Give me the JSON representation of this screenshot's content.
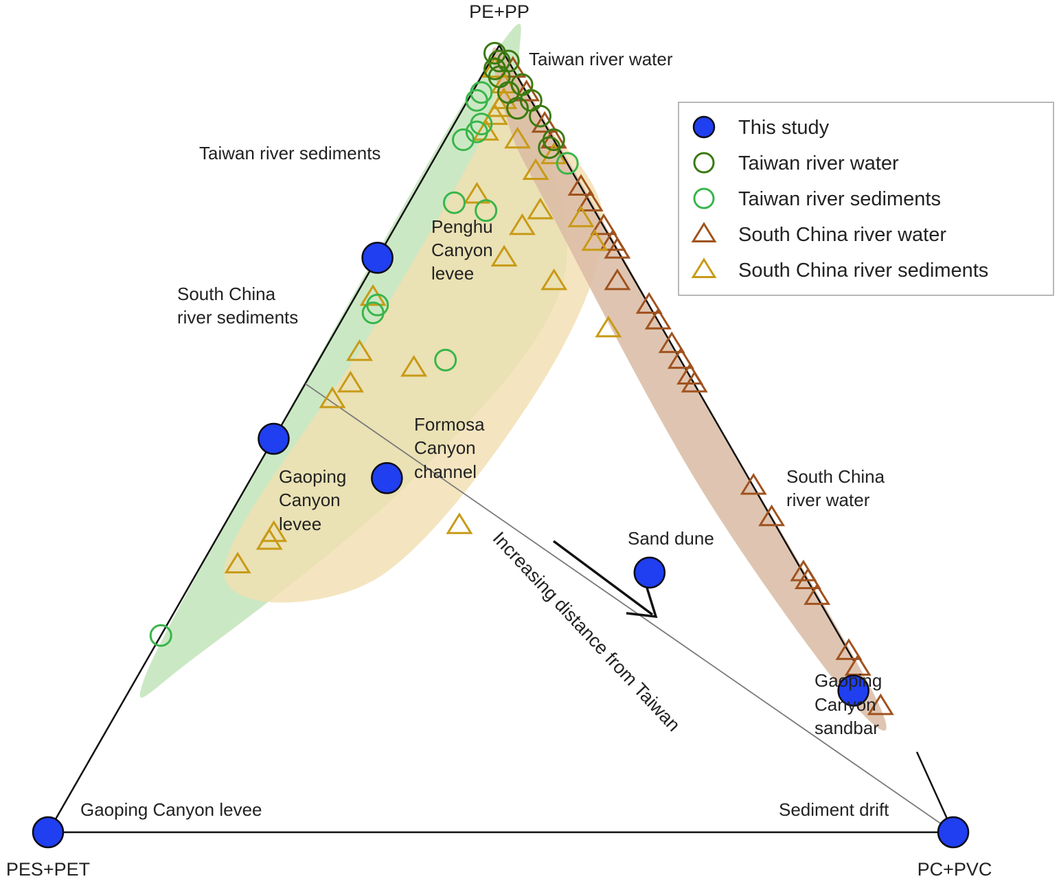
{
  "chart_data": {
    "type": "scatter",
    "subtype": "ternary",
    "vertices": {
      "top": "PE+PP",
      "bottom_left": "PES+PET",
      "bottom_right": "PC+PVC"
    },
    "legend": {
      "placement": "top-right",
      "entries": [
        {
          "key": "this_study",
          "label": "This study"
        },
        {
          "key": "tw_water",
          "label": "Taiwan river water"
        },
        {
          "key": "tw_sed",
          "label": "Taiwan river sediments"
        },
        {
          "key": "sc_water",
          "label": "South China river water"
        },
        {
          "key": "sc_sed",
          "label": "South China river sediments"
        }
      ]
    },
    "colors": {
      "this_study": "#1f3ff0",
      "this_study_text": "#2b2bd6",
      "tw_water": "#3a7a10",
      "tw_sed": "#39b54a",
      "sc_water": "#a0521e",
      "sc_sed": "#c89a16",
      "tw_sed_band": "#b9e0b0",
      "sc_sed_band": "#f1dfb0",
      "sc_water_band": "#d9bba3"
    },
    "annotations": {
      "taiwan_river_water": "Taiwan river water",
      "taiwan_river_sediments": "Taiwan river sediments",
      "south_china_river_sediments_1": "South China",
      "south_china_river_sediments_2": "river sediments",
      "south_china_river_water_1": "South China",
      "south_china_river_water_2": "river water",
      "penghu_1": "Penghu",
      "penghu_2": "Canyon",
      "penghu_3": "levee",
      "formosa_1": "Formosa",
      "formosa_2": "Canyon",
      "formosa_3": "channel",
      "gaoping_levee_1": "Gaoping",
      "gaoping_levee_2": "Canyon",
      "gaoping_levee_3": "levee",
      "sand_dune": "Sand dune",
      "gaoping_sandbar_1": "Gaoping",
      "gaoping_sandbar_2": "Canyon",
      "gaoping_sandbar_3": "sandbar",
      "gaoping_canyon_levee_base": "Gaoping Canyon levee",
      "sediment_drift": "Sediment drift",
      "arrow_text": "Increasing distance from Taiwan"
    },
    "series": [
      {
        "key": "this_study",
        "marker": "filled-circle",
        "points": [
          {
            "a": 0.73,
            "b": 0.27,
            "c": 0.0
          },
          {
            "a": 0.45,
            "b": 0.4,
            "c": 0.15
          },
          {
            "a": 0.5,
            "b": 0.5,
            "c": 0.0
          },
          {
            "a": 0.33,
            "b": 0.17,
            "c": 0.5
          },
          {
            "a": 0.18,
            "b": 0.02,
            "c": 0.8
          },
          {
            "a": 0.0,
            "b": 1.0,
            "c": 0.0
          },
          {
            "a": 0.0,
            "b": 0.0,
            "c": 1.0
          }
        ]
      },
      {
        "key": "tw_water",
        "marker": "open-circle",
        "points": [
          {
            "a": 0.99,
            "b": 0.01,
            "c": 0.0
          },
          {
            "a": 0.98,
            "b": 0.01,
            "c": 0.01
          },
          {
            "a": 0.97,
            "b": 0.02,
            "c": 0.01
          },
          {
            "a": 0.98,
            "b": 0.0,
            "c": 0.02
          },
          {
            "a": 0.96,
            "b": 0.02,
            "c": 0.02
          },
          {
            "a": 0.95,
            "b": 0.0,
            "c": 0.05
          },
          {
            "a": 0.94,
            "b": 0.02,
            "c": 0.04
          },
          {
            "a": 0.93,
            "b": 0.0,
            "c": 0.07
          },
          {
            "a": 0.92,
            "b": 0.02,
            "c": 0.06
          },
          {
            "a": 0.91,
            "b": 0.0,
            "c": 0.09
          },
          {
            "a": 0.88,
            "b": 0.0,
            "c": 0.12
          },
          {
            "a": 0.87,
            "b": 0.01,
            "c": 0.12
          }
        ]
      },
      {
        "key": "tw_sed",
        "marker": "open-circle",
        "points": [
          {
            "a": 0.94,
            "b": 0.05,
            "c": 0.01
          },
          {
            "a": 0.93,
            "b": 0.06,
            "c": 0.01
          },
          {
            "a": 0.9,
            "b": 0.07,
            "c": 0.03
          },
          {
            "a": 0.89,
            "b": 0.08,
            "c": 0.03
          },
          {
            "a": 0.88,
            "b": 0.1,
            "c": 0.02
          },
          {
            "a": 0.8,
            "b": 0.15,
            "c": 0.05
          },
          {
            "a": 0.79,
            "b": 0.12,
            "c": 0.09
          },
          {
            "a": 0.67,
            "b": 0.3,
            "c": 0.03
          },
          {
            "a": 0.66,
            "b": 0.31,
            "c": 0.03
          },
          {
            "a": 0.6,
            "b": 0.26,
            "c": 0.14
          },
          {
            "a": 0.25,
            "b": 0.75,
            "c": 0.0
          },
          {
            "a": 0.85,
            "b": 0.0,
            "c": 0.15
          }
        ]
      },
      {
        "key": "sc_water",
        "marker": "open-triangle",
        "points": [
          {
            "a": 0.97,
            "b": 0.0,
            "c": 0.03
          },
          {
            "a": 0.94,
            "b": 0.0,
            "c": 0.06
          },
          {
            "a": 0.9,
            "b": 0.0,
            "c": 0.1
          },
          {
            "a": 0.88,
            "b": 0.0,
            "c": 0.12
          },
          {
            "a": 0.82,
            "b": 0.0,
            "c": 0.18
          },
          {
            "a": 0.8,
            "b": 0.0,
            "c": 0.2
          },
          {
            "a": 0.77,
            "b": 0.0,
            "c": 0.23
          },
          {
            "a": 0.75,
            "b": 0.0,
            "c": 0.25
          },
          {
            "a": 0.74,
            "b": 0.0,
            "c": 0.26
          },
          {
            "a": 0.7,
            "b": 0.02,
            "c": 0.28
          },
          {
            "a": 0.67,
            "b": 0.0,
            "c": 0.33
          },
          {
            "a": 0.65,
            "b": 0.0,
            "c": 0.35
          },
          {
            "a": 0.62,
            "b": 0.0,
            "c": 0.38
          },
          {
            "a": 0.6,
            "b": 0.0,
            "c": 0.4
          },
          {
            "a": 0.58,
            "b": 0.0,
            "c": 0.42
          },
          {
            "a": 0.57,
            "b": 0.0,
            "c": 0.43
          },
          {
            "a": 0.44,
            "b": 0.0,
            "c": 0.56
          },
          {
            "a": 0.4,
            "b": 0.0,
            "c": 0.6
          },
          {
            "a": 0.33,
            "b": 0.0,
            "c": 0.67
          },
          {
            "a": 0.32,
            "b": 0.0,
            "c": 0.68
          },
          {
            "a": 0.3,
            "b": 0.0,
            "c": 0.7
          },
          {
            "a": 0.23,
            "b": 0.0,
            "c": 0.77
          },
          {
            "a": 0.21,
            "b": 0.0,
            "c": 0.79
          },
          {
            "a": 0.16,
            "b": 0.0,
            "c": 0.84
          }
        ]
      },
      {
        "key": "sc_sed",
        "marker": "open-triangle",
        "points": [
          {
            "a": 0.97,
            "b": 0.02,
            "c": 0.01
          },
          {
            "a": 0.95,
            "b": 0.02,
            "c": 0.03
          },
          {
            "a": 0.93,
            "b": 0.03,
            "c": 0.04
          },
          {
            "a": 0.92,
            "b": 0.04,
            "c": 0.04
          },
          {
            "a": 0.91,
            "b": 0.05,
            "c": 0.04
          },
          {
            "a": 0.89,
            "b": 0.07,
            "c": 0.04
          },
          {
            "a": 0.88,
            "b": 0.04,
            "c": 0.08
          },
          {
            "a": 0.86,
            "b": 0.01,
            "c": 0.13
          },
          {
            "a": 0.84,
            "b": 0.04,
            "c": 0.12
          },
          {
            "a": 0.81,
            "b": 0.12,
            "c": 0.07
          },
          {
            "a": 0.79,
            "b": 0.06,
            "c": 0.15
          },
          {
            "a": 0.78,
            "b": 0.02,
            "c": 0.2
          },
          {
            "a": 0.77,
            "b": 0.09,
            "c": 0.14
          },
          {
            "a": 0.75,
            "b": 0.02,
            "c": 0.23
          },
          {
            "a": 0.73,
            "b": 0.13,
            "c": 0.14
          },
          {
            "a": 0.7,
            "b": 0.09,
            "c": 0.21
          },
          {
            "a": 0.68,
            "b": 0.3,
            "c": 0.02
          },
          {
            "a": 0.64,
            "b": 0.06,
            "c": 0.3
          },
          {
            "a": 0.61,
            "b": 0.35,
            "c": 0.04
          },
          {
            "a": 0.59,
            "b": 0.3,
            "c": 0.11
          },
          {
            "a": 0.57,
            "b": 0.38,
            "c": 0.05
          },
          {
            "a": 0.55,
            "b": 0.41,
            "c": 0.04
          },
          {
            "a": 0.39,
            "b": 0.35,
            "c": 0.26
          },
          {
            "a": 0.38,
            "b": 0.56,
            "c": 0.06
          },
          {
            "a": 0.37,
            "b": 0.57,
            "c": 0.06
          },
          {
            "a": 0.34,
            "b": 0.62,
            "c": 0.04
          }
        ]
      }
    ],
    "bands": [
      {
        "key": "tw_sed_band",
        "points": [
          {
            "a": 0.99,
            "b": 0.01,
            "c": 0.0
          },
          {
            "a": 0.95,
            "b": 0.0,
            "c": 0.05
          },
          {
            "a": 0.7,
            "b": 0.08,
            "c": 0.22
          },
          {
            "a": 0.45,
            "b": 0.37,
            "c": 0.18
          },
          {
            "a": 0.22,
            "b": 0.73,
            "c": 0.05
          },
          {
            "a": 0.19,
            "b": 0.8,
            "c": 0.01
          },
          {
            "a": 0.45,
            "b": 0.55,
            "c": 0.0
          }
        ]
      },
      {
        "key": "sc_sed_band",
        "points": [
          {
            "a": 0.97,
            "b": 0.01,
            "c": 0.02
          },
          {
            "a": 0.91,
            "b": 0.0,
            "c": 0.09
          },
          {
            "a": 0.77,
            "b": 0.0,
            "c": 0.23
          },
          {
            "a": 0.55,
            "b": 0.19,
            "c": 0.26
          },
          {
            "a": 0.32,
            "b": 0.48,
            "c": 0.2
          },
          {
            "a": 0.33,
            "b": 0.64,
            "c": 0.03
          },
          {
            "a": 0.63,
            "b": 0.33,
            "c": 0.04
          },
          {
            "a": 0.87,
            "b": 0.09,
            "c": 0.04
          }
        ]
      },
      {
        "key": "sc_water_band",
        "points": [
          {
            "a": 0.98,
            "b": 0.0,
            "c": 0.02
          },
          {
            "a": 0.55,
            "b": 0.0,
            "c": 0.45
          },
          {
            "a": 0.17,
            "b": 0.0,
            "c": 0.83
          },
          {
            "a": 0.17,
            "b": 0.03,
            "c": 0.8
          },
          {
            "a": 0.44,
            "b": 0.06,
            "c": 0.5
          },
          {
            "a": 0.78,
            "b": 0.05,
            "c": 0.17
          },
          {
            "a": 0.9,
            "b": 0.04,
            "c": 0.06
          }
        ]
      }
    ],
    "reference_lines": [
      {
        "from": {
          "a": 0.57,
          "b": 0.43,
          "c": 0.0
        },
        "to": {
          "a": 0.0,
          "b": 0.0,
          "c": 1.0
        }
      }
    ]
  }
}
